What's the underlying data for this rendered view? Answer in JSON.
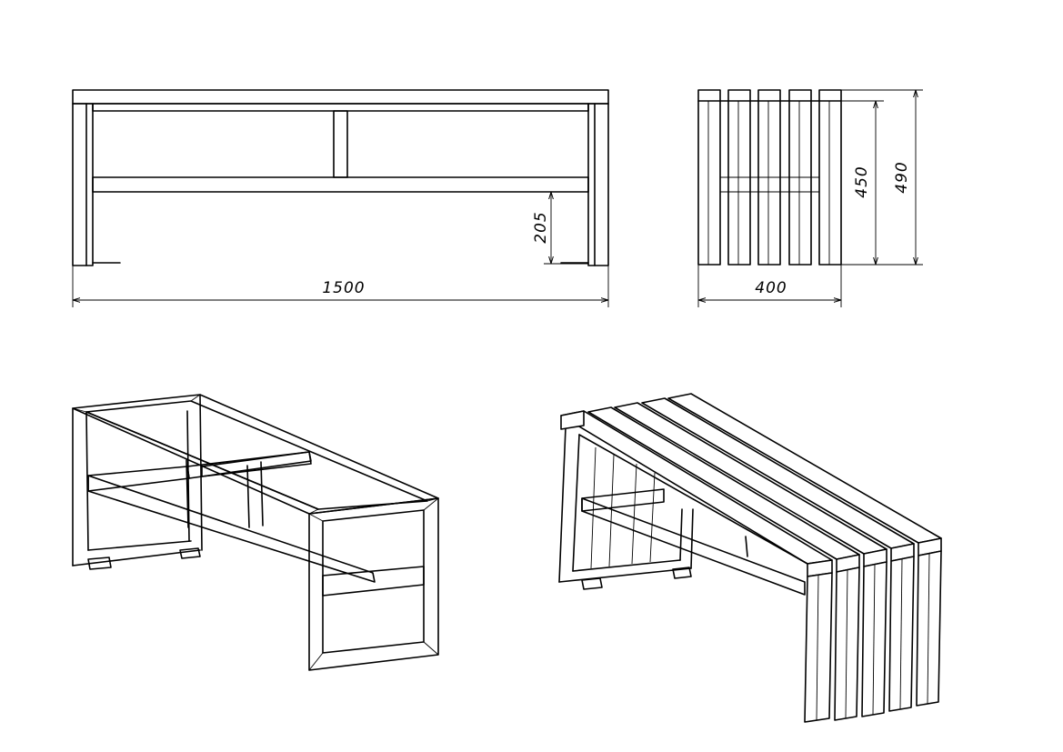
{
  "dimensions": {
    "total_length": "1500",
    "leg_gap_height": "205",
    "width": "400",
    "seat_frame_height": "450",
    "total_height": "490"
  },
  "views": {
    "front": "front-view",
    "side": "side-view",
    "frame_iso": "frame-isometric",
    "bench_iso": "bench-isometric"
  },
  "colors": {
    "line": "#000000",
    "background": "#ffffff"
  }
}
